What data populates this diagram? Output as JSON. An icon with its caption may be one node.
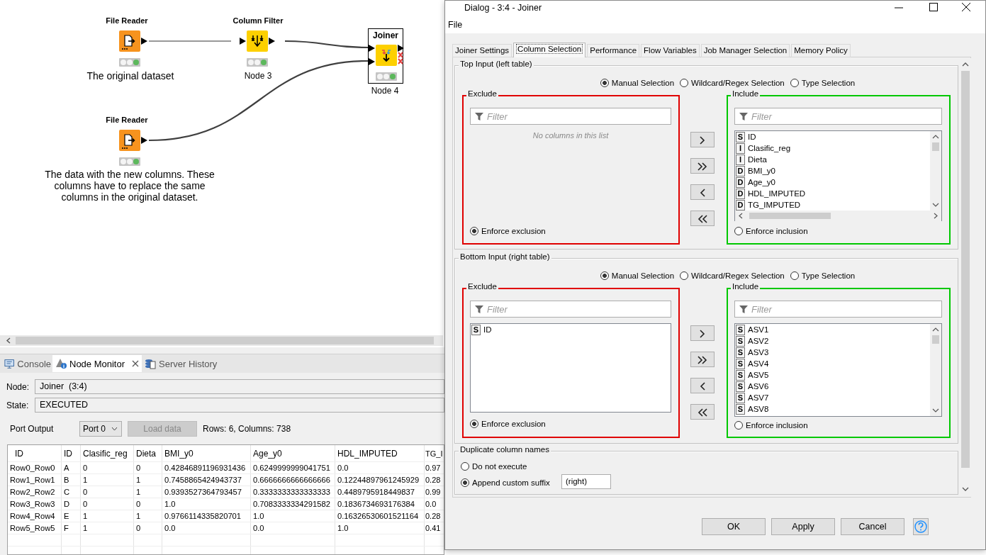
{
  "diagram": {
    "nodes": [
      {
        "text": [
          "File Reader"
        ],
        "beside": [
          "The original dataset"
        ]
      },
      {
        "text": [
          "Column Filter"
        ],
        "beside": [
          "Node 3"
        ]
      },
      {
        "text": [
          "Joiner"
        ],
        "beside": [
          "Node 4"
        ]
      },
      {
        "text": [
          "File Reader"
        ],
        "beside": [
          "The data with the new columns. These columns have to replace the same columns in the original dataset."
        ]
      }
    ],
    "edges": [
      {
        "from": 0,
        "to": 1,
        "arrow": "none",
        "color": "#999999"
      },
      {
        "from": 1,
        "to": 2,
        "arrow": "none"
      },
      {
        "from": 3,
        "to": 2,
        "arrow": "none"
      }
    ],
    "labels": [
      "Console",
      "Node Monitor",
      "Server History",
      "Node:",
      "Joiner  (3:4)",
      "State:",
      "EXECUTED",
      "Port Output",
      "Port 0",
      "Load data",
      "Rows: 6, Columns: 738",
      "ID",
      "ID",
      "Clasific_reg",
      "Dieta",
      "BMI_y0",
      "Age_y0",
      "HDL_IMPUTED",
      "TG_I",
      "Row0_Row0",
      "A",
      "0",
      "0",
      "0.42846891196931436",
      "0.6249999999041751",
      "0.0",
      "0.97",
      "Row1_Row1",
      "B",
      "1",
      "1",
      "0.7458865424943737",
      "0.6666666666666666",
      "0.12244897961245929",
      "0.28",
      "Row2_Row2",
      "C",
      "0",
      "1",
      "0.9393527364793457",
      "0.3333333333333333",
      "0.4489795918449837",
      "0.99",
      "Row3_Row3",
      "D",
      "0",
      "0",
      "1.0",
      "0.7083333334291582",
      "0.1836734693176384",
      "0.0",
      "Row4_Row4",
      "E",
      "1",
      "1",
      "0.9766114335820701",
      "1.0",
      "0.16326530601521164",
      "0.28",
      "Row5_Row5",
      "F",
      "1",
      "0",
      "0.0",
      "0.0",
      "1.0",
      "0.41",
      "Dialog - 3:4 - Joiner",
      "File",
      "Joiner Settings",
      "Column Selection",
      "Performance",
      "Flow Variables",
      "Job Manager Selection",
      "Memory Policy",
      "Top Input (left table)",
      "Manual Selection",
      "Wildcard/Regex Selection",
      "Type Selection",
      "Exclude",
      "Filter",
      "No columns in this list",
      "Enforce exclusion",
      "Include",
      "Filter",
      "S",
      "ID",
      "I",
      "Clasific_reg",
      "I",
      "Dieta",
      "D",
      "BMI_y0",
      "D",
      "Age_y0",
      "D",
      "HDL_IMPUTED",
      "D",
      "TG_IMPUTED",
      "Enforce inclusion",
      "Bottom Input (right table)",
      "Manual Selection",
      "Wildcard/Regex Selection",
      "Type Selection",
      "Exclude",
      "Filter",
      "S",
      "ID",
      "Enforce exclusion",
      "Include",
      "Filter",
      "S",
      "ASV1",
      "S",
      "ASV2",
      "S",
      "ASV3",
      "S",
      "ASV4",
      "S",
      "ASV5",
      "S",
      "ASV6",
      "S",
      "ASV7",
      "S",
      "ASV8",
      "Enforce inclusion",
      "Duplicate column names",
      "Do not execute",
      "Append custom suffix",
      "(right)",
      "OK",
      "Apply",
      "Cancel"
    ]
  }
}
